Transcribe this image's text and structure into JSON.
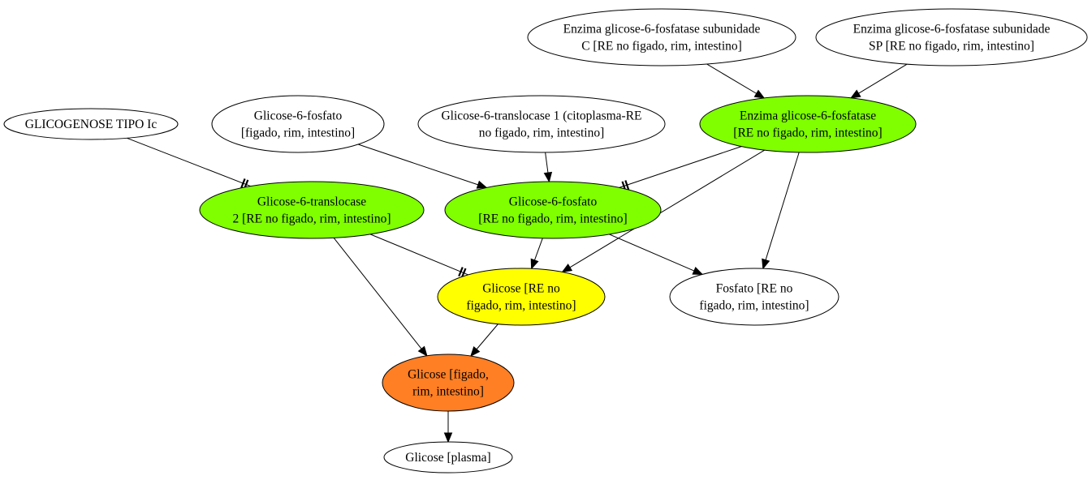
{
  "colors": {
    "white": "#ffffff",
    "green": "#7fff00",
    "yellow": "#ffff00",
    "orange": "#ff7f24",
    "stroke": "#000000"
  },
  "nodes": {
    "g6pase_c": {
      "lines": [
        "Enzima glicose-6-fosfatase subunidade",
        "C [RE no figado, rim, intestino]"
      ],
      "fill": "white"
    },
    "g6pase_sp": {
      "lines": [
        "Enzima glicose-6-fosfatase subunidade",
        "SP [RE no figado, rim, intestino]"
      ],
      "fill": "white"
    },
    "glicogenose": {
      "lines": [
        "GLICOGENOSE TIPO Ic"
      ],
      "fill": "white"
    },
    "g6p_cyto": {
      "lines": [
        "Glicose-6-fosfato",
        "[figado, rim, intestino]"
      ],
      "fill": "white"
    },
    "g6t1": {
      "lines": [
        "Glicose-6-translocase 1 (citoplasma-RE",
        "no figado, rim, intestino]"
      ],
      "fill": "white"
    },
    "g6pase": {
      "lines": [
        "Enzima glicose-6-fosfatase",
        "[RE no figado, rim, intestino]"
      ],
      "fill": "green"
    },
    "g6t2": {
      "lines": [
        "Glicose-6-translocase",
        "2 [RE no figado, rim, intestino]"
      ],
      "fill": "green"
    },
    "g6p_re": {
      "lines": [
        "Glicose-6-fosfato",
        "[RE no figado, rim, intestino]"
      ],
      "fill": "green"
    },
    "glicose_re": {
      "lines": [
        "Glicose [RE no",
        "figado, rim, intestino]"
      ],
      "fill": "yellow"
    },
    "fosfato_re": {
      "lines": [
        "Fosfato [RE no",
        "figado, rim, intestino]"
      ],
      "fill": "white"
    },
    "glicose_tissue": {
      "lines": [
        "Glicose [figado,",
        "rim, intestino]"
      ],
      "fill": "orange"
    },
    "glicose_plasma": {
      "lines": [
        "Glicose [plasma]"
      ],
      "fill": "white"
    }
  },
  "edges": [
    {
      "from": "g6pase_c",
      "to": "g6pase",
      "type": "arrow"
    },
    {
      "from": "g6pase_sp",
      "to": "g6pase",
      "type": "arrow"
    },
    {
      "from": "glicogenose",
      "to": "g6t2",
      "type": "inhibit"
    },
    {
      "from": "g6p_cyto",
      "to": "g6p_re",
      "type": "arrow"
    },
    {
      "from": "g6t1",
      "to": "g6p_re",
      "type": "arrow"
    },
    {
      "from": "g6pase",
      "to": "g6p_re",
      "type": "inhibit"
    },
    {
      "from": "g6pase",
      "to": "glicose_re",
      "type": "arrow"
    },
    {
      "from": "g6pase",
      "to": "fosfato_re",
      "type": "arrow"
    },
    {
      "from": "g6p_re",
      "to": "glicose_re",
      "type": "arrow"
    },
    {
      "from": "g6p_re",
      "to": "fosfato_re",
      "type": "arrow"
    },
    {
      "from": "g6t2",
      "to": "glicose_re",
      "type": "inhibit"
    },
    {
      "from": "g6t2",
      "to": "glicose_tissue",
      "type": "arrow"
    },
    {
      "from": "glicose_re",
      "to": "glicose_tissue",
      "type": "arrow"
    },
    {
      "from": "glicose_tissue",
      "to": "glicose_plasma",
      "type": "arrow"
    }
  ]
}
